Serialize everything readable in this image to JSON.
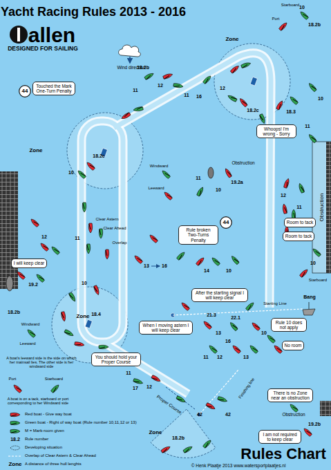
{
  "diagram": {
    "title": "Yacht Racing Rules 2013 - 2016",
    "caption": "© Henk Plaatje 2013 www.watersportplaatjes.nl",
    "nodes": [
      {
        "text": [
          "Touched the Mark One-Turn Penalty"
        ]
      },
      {
        "text": [
          "44"
        ]
      },
      {
        "text": [
          "Whoops! I'm wrong - Sorry"
        ]
      },
      {
        "text": [
          "Room to tack"
        ]
      },
      {
        "text": [
          "Room to tack"
        ]
      },
      {
        "text": [
          "Rule broken Two-Turns Penalty"
        ]
      },
      {
        "text": [
          "44"
        ]
      },
      {
        "text": [
          "I will keep clear"
        ]
      },
      {
        "text": [
          "After the starting signal I will keep clear"
        ]
      },
      {
        "text": [
          "When I moving astern I will keep clear"
        ]
      },
      {
        "text": [
          "Rule 10 does not apply"
        ]
      },
      {
        "text": [
          "No room"
        ]
      },
      {
        "text": [
          "You should hold your Proper Course"
        ]
      },
      {
        "text": [
          "There is no Zone near an obstruction"
        ]
      },
      {
        "text": [
          "I am not required to keep clear"
        ]
      }
    ],
    "labels": [
      "allen",
      "DESIGNED FOR SAILING",
      "Wind direction",
      "Zone",
      "Starboard",
      "Port",
      "10",
      "18.2b",
      "18.2b",
      "11",
      "12",
      "11",
      "16",
      "12",
      "18.2c",
      "18.3",
      "10",
      "11",
      "Zone",
      "18.2c",
      "Windward",
      "Leeward",
      "10",
      "Obstruction",
      "11",
      "10",
      "19.2a",
      "Obstruction",
      "Clear Astern",
      "Clear Ahead",
      "Overlap",
      "12",
      "11",
      "19.2",
      "13",
      "16",
      "14",
      "10",
      "12",
      "11",
      "10",
      "Starboard",
      "18.2b",
      "10",
      "Zone",
      "18.4",
      "21.3",
      "22.1",
      "Starting Line",
      "Bang",
      "13",
      "16",
      "10",
      "12",
      "13",
      "11",
      "Windward",
      "Leeward",
      "A boat's leeward side is the side on which her mainsail lies. The other side is her windward side",
      "Port",
      "Starboard",
      "A boat is on a tack, starboard or port corresponding to her Windward side",
      "11",
      "17",
      "12",
      "Proper Course",
      "42",
      "42",
      "Finishing line",
      "Zone",
      "18.2b",
      "Obstruction",
      "19.2b",
      "18.2",
      "Zone",
      "Rules Chart"
    ],
    "legend": [
      {
        "text": "Red boat - Give way boat"
      },
      {
        "text": "Green boat - Right of way boat (Rule number 10,11,12 or 13)"
      },
      {
        "text": "M = Mark-room given"
      },
      {
        "text": "Rule number"
      },
      {
        "text": "Developing situation"
      },
      {
        "text": "Overlap of Clear Astern & Clear Ahead"
      },
      {
        "text": "A distance of three hull lenghts"
      }
    ]
  }
}
